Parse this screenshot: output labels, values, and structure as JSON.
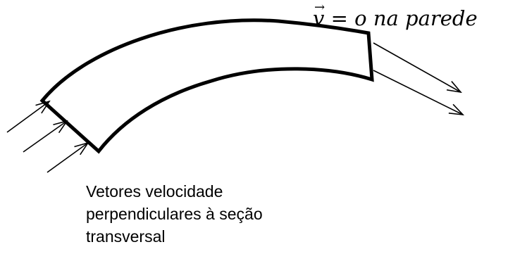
{
  "equation": {
    "vector_symbol": "v",
    "vector_arrow": "→",
    "equals": "=",
    "rhs": "o na parede"
  },
  "caption": {
    "lines": [
      "Vetores velocidade",
      "perpendiculares à seção",
      "transversal"
    ]
  },
  "colors": {
    "stroke": "#000000",
    "background": "#ffffff"
  }
}
